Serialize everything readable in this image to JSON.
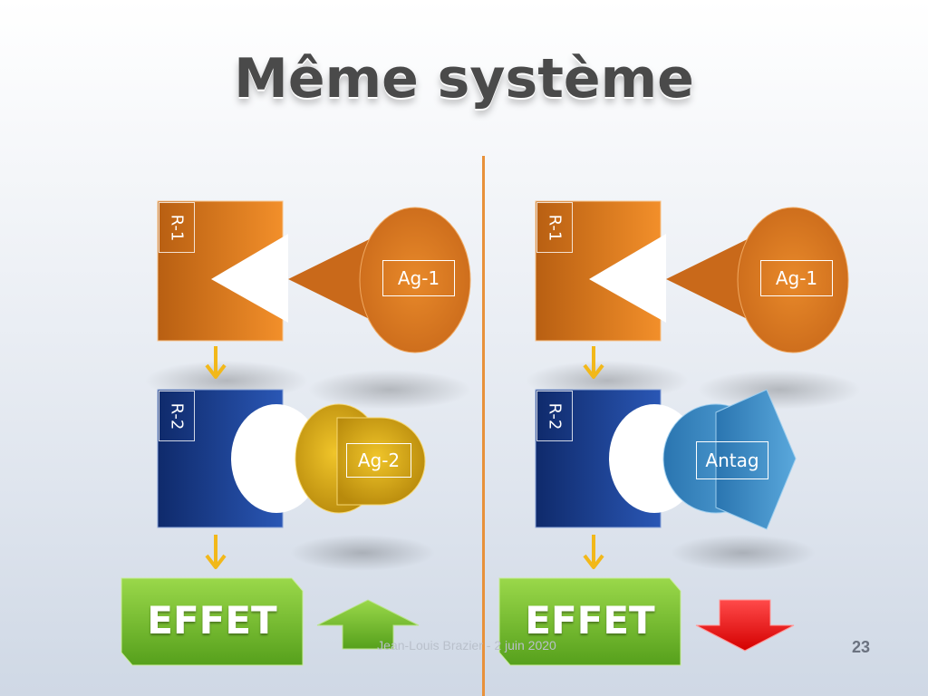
{
  "title": "Même système",
  "left": {
    "receptor1_label": "R-1",
    "agonist1_label": "Ag-1",
    "receptor2_label": "R-2",
    "agonist2_label": "Ag-2",
    "effect_label": "EFFET",
    "effect_direction": "up"
  },
  "right": {
    "receptor1_label": "R-1",
    "agonist1_label": "Ag-1",
    "receptor2_label": "R-2",
    "antagonist_label": "Antag",
    "effect_label": "EFFET",
    "effect_direction": "down"
  },
  "footer": "Jean-Louis Brazier - 2 juin 2020",
  "page_number": "23",
  "colors": {
    "receptor1": "#e37e22",
    "receptor2": "#1d3f8f",
    "agonist2": "#d6a615",
    "antagonist": "#3a8dc8",
    "effect_box": "#77b82a",
    "arrow_up": "#6aba2c",
    "arrow_down": "#e81414",
    "flow_arrow": "#f2b81a",
    "divider": "#e8913a"
  }
}
